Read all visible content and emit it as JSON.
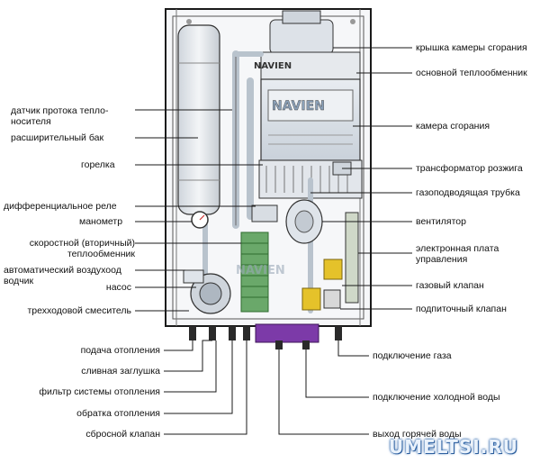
{
  "brand": "NAVIEN",
  "boiler_text": [
    "NAVIEN",
    "NAVIEN"
  ],
  "labels_left": [
    {
      "id": "flow-sensor",
      "text": "датчик протока тепло-\nносителя"
    },
    {
      "id": "expansion-tank",
      "text": "расширительный бак"
    },
    {
      "id": "burner",
      "text": "горелка"
    },
    {
      "id": "diff-relay",
      "text": "дифференциальное реле"
    },
    {
      "id": "manometer",
      "text": "манометр"
    },
    {
      "id": "secondary-hx",
      "text": "скоростной (вторичный)\nтеплообменник"
    },
    {
      "id": "air-vent",
      "text": "автоматический воздухоод\nводчик"
    },
    {
      "id": "pump",
      "text": "насос"
    },
    {
      "id": "three-way-mixer",
      "text": "трехходовой смеситель"
    }
  ],
  "labels_right": [
    {
      "id": "chamber-cover",
      "text": "крышка камеры сгорания"
    },
    {
      "id": "main-hx",
      "text": "основной теплообменник"
    },
    {
      "id": "combustion-chamber",
      "text": "камера сгорания"
    },
    {
      "id": "ignition-transformer",
      "text": "трансформатор розжига"
    },
    {
      "id": "gas-supply-pipe",
      "text": "газоподводящая трубка"
    },
    {
      "id": "fan",
      "text": "вентилятор"
    },
    {
      "id": "control-board",
      "text": "электронная плата\nуправления"
    },
    {
      "id": "gas-valve",
      "text": "газовый клапан"
    },
    {
      "id": "makeup-valve",
      "text": "подпиточный клапан"
    }
  ],
  "labels_bottom_left": [
    {
      "id": "heating-supply",
      "text": "подача отопления"
    },
    {
      "id": "drain-plug",
      "text": "сливная заглушка"
    },
    {
      "id": "heating-filter",
      "text": "фильтр системы отопления"
    },
    {
      "id": "heating-return",
      "text": "обратка отопления"
    },
    {
      "id": "relief-valve",
      "text": "сбросной клапан"
    }
  ],
  "labels_bottom_right": [
    {
      "id": "gas-connection",
      "text": "подключение газа"
    },
    {
      "id": "cold-water",
      "text": "подключение холодной воды"
    },
    {
      "id": "hot-water",
      "text": "выход горячей воды"
    }
  ],
  "watermark": "UMELTSI.RU",
  "colors": {
    "line": "#1a1a1a",
    "casing": "#f4f5f7",
    "hx_blue": "#8aa6c8",
    "pipe_blue": "#6f9fc8",
    "green": "#3f8a3f",
    "yellow": "#e5c22a",
    "purple": "#7c3aa8"
  }
}
